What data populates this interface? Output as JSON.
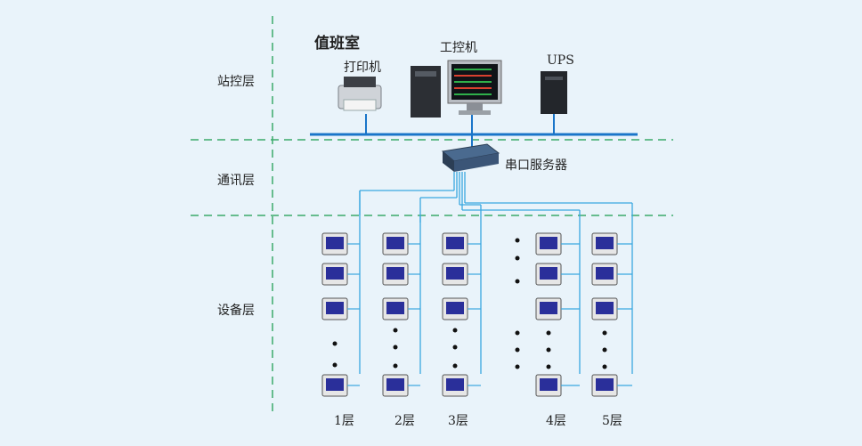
{
  "diagram": {
    "layers": {
      "station": "站控层",
      "comm": "通讯层",
      "device": "设备层"
    },
    "room_title": "值班室",
    "devices": {
      "printer": "打印机",
      "pc": "工控机",
      "ups": "UPS",
      "serial_server": "串口服务器"
    },
    "floors": [
      "1层",
      "2层",
      "3层",
      "4层",
      "5层"
    ],
    "colors": {
      "bus": "#1a75c9",
      "wire": "#3aa7e0",
      "divider": "#3aaa6a",
      "meter_bezel": "#e6e6e6",
      "meter_screen": "#2a2f9a"
    }
  }
}
